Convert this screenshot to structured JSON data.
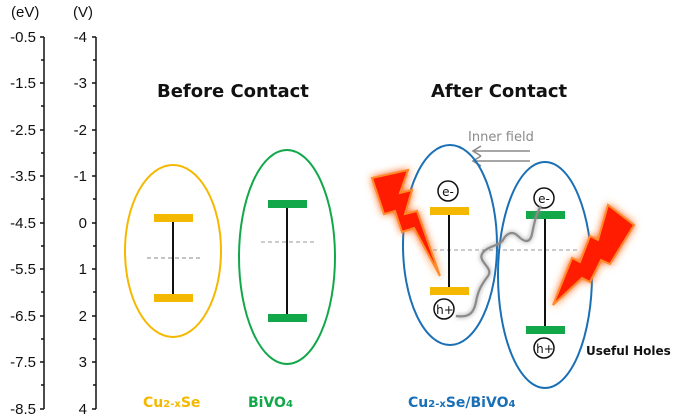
{
  "axes": {
    "ev": {
      "unit": "(eV)",
      "ticks": [
        "-0.5",
        "-1.5",
        "-2.5",
        "-3.5",
        "-4.5",
        "-5.5",
        "-6.5",
        "-7.5",
        "-8.5"
      ]
    },
    "v": {
      "unit": "(V)",
      "ticks": [
        "-4",
        "-3",
        "-2",
        "-1",
        "0",
        "1",
        "2",
        "3",
        "4"
      ]
    }
  },
  "panels": {
    "before": {
      "title": "Before Contact"
    },
    "after": {
      "title": "After Contact"
    }
  },
  "labels": {
    "cu_main": "Cu",
    "cu_sub": "2-x",
    "cu_tail": "Se",
    "bivo_main": "BiVO",
    "bivo_sub": "4",
    "hetero_main1": "Cu",
    "hetero_sub1": "2-x",
    "hetero_main2": "Se/BiVO",
    "hetero_sub2": "4"
  },
  "annotations": {
    "inner_field": "Inner field",
    "electron": "e-",
    "hole": "h+",
    "useful_holes": "Useful Holes"
  },
  "colors": {
    "cu2xse": "#f5b800",
    "bivo4": "#12a84a",
    "heterojunction": "#1a6fb5",
    "lightning": "#ff1a00",
    "lightning_glow": "#ff8a2a",
    "field_arrow": "#8a8a8a",
    "fermi_dash": "#999999"
  }
}
